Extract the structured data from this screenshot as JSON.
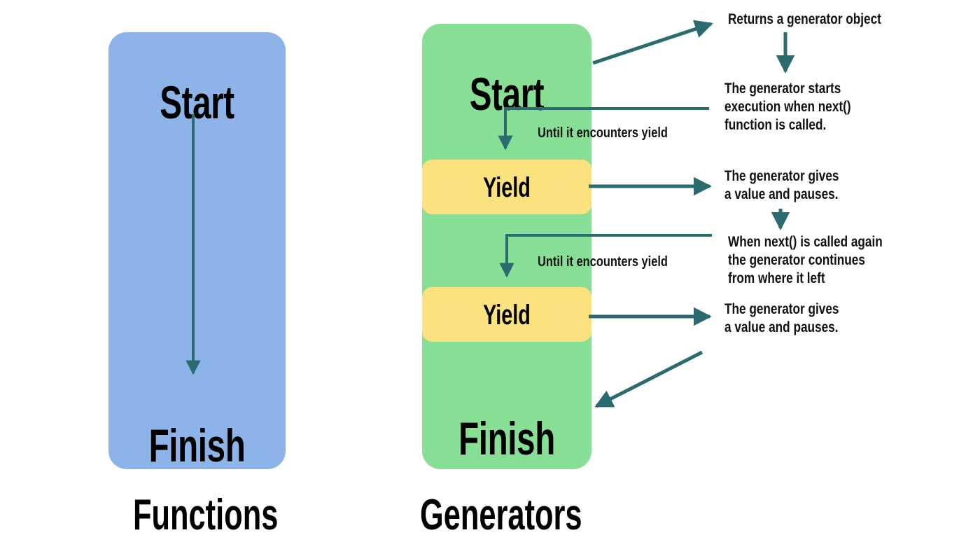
{
  "diagram": {
    "title_left": "Functions",
    "title_right": "Generators",
    "colors": {
      "function_box": "#8CB4E8",
      "generator_box": "#87DE95",
      "yield_box": "#FBE27E",
      "arrow": "#2A6B70",
      "text": "#111111",
      "background": "#FFFFFF"
    }
  },
  "function_flow": {
    "caption": "Functions",
    "start_label": "Start",
    "finish_label": "Finish"
  },
  "generator_flow": {
    "caption": "Generators",
    "start_label": "Start",
    "finish_label": "Finish",
    "yield_1_label": "Yield",
    "yield_2_label": "Yield",
    "until_label_1": "Until it encounters yield",
    "until_label_2": "Until it encounters yield"
  },
  "annotations": {
    "returns": "Returns a generator object",
    "starts_execution": "The generator starts\nexecution when next()\nfunction is called.",
    "gives_value_1": "The generator gives\na value and pauses.",
    "next_called_again": "When next() is called again\nthe generator continues\nfrom where it left",
    "gives_value_2": "The generator gives\na value and pauses."
  }
}
